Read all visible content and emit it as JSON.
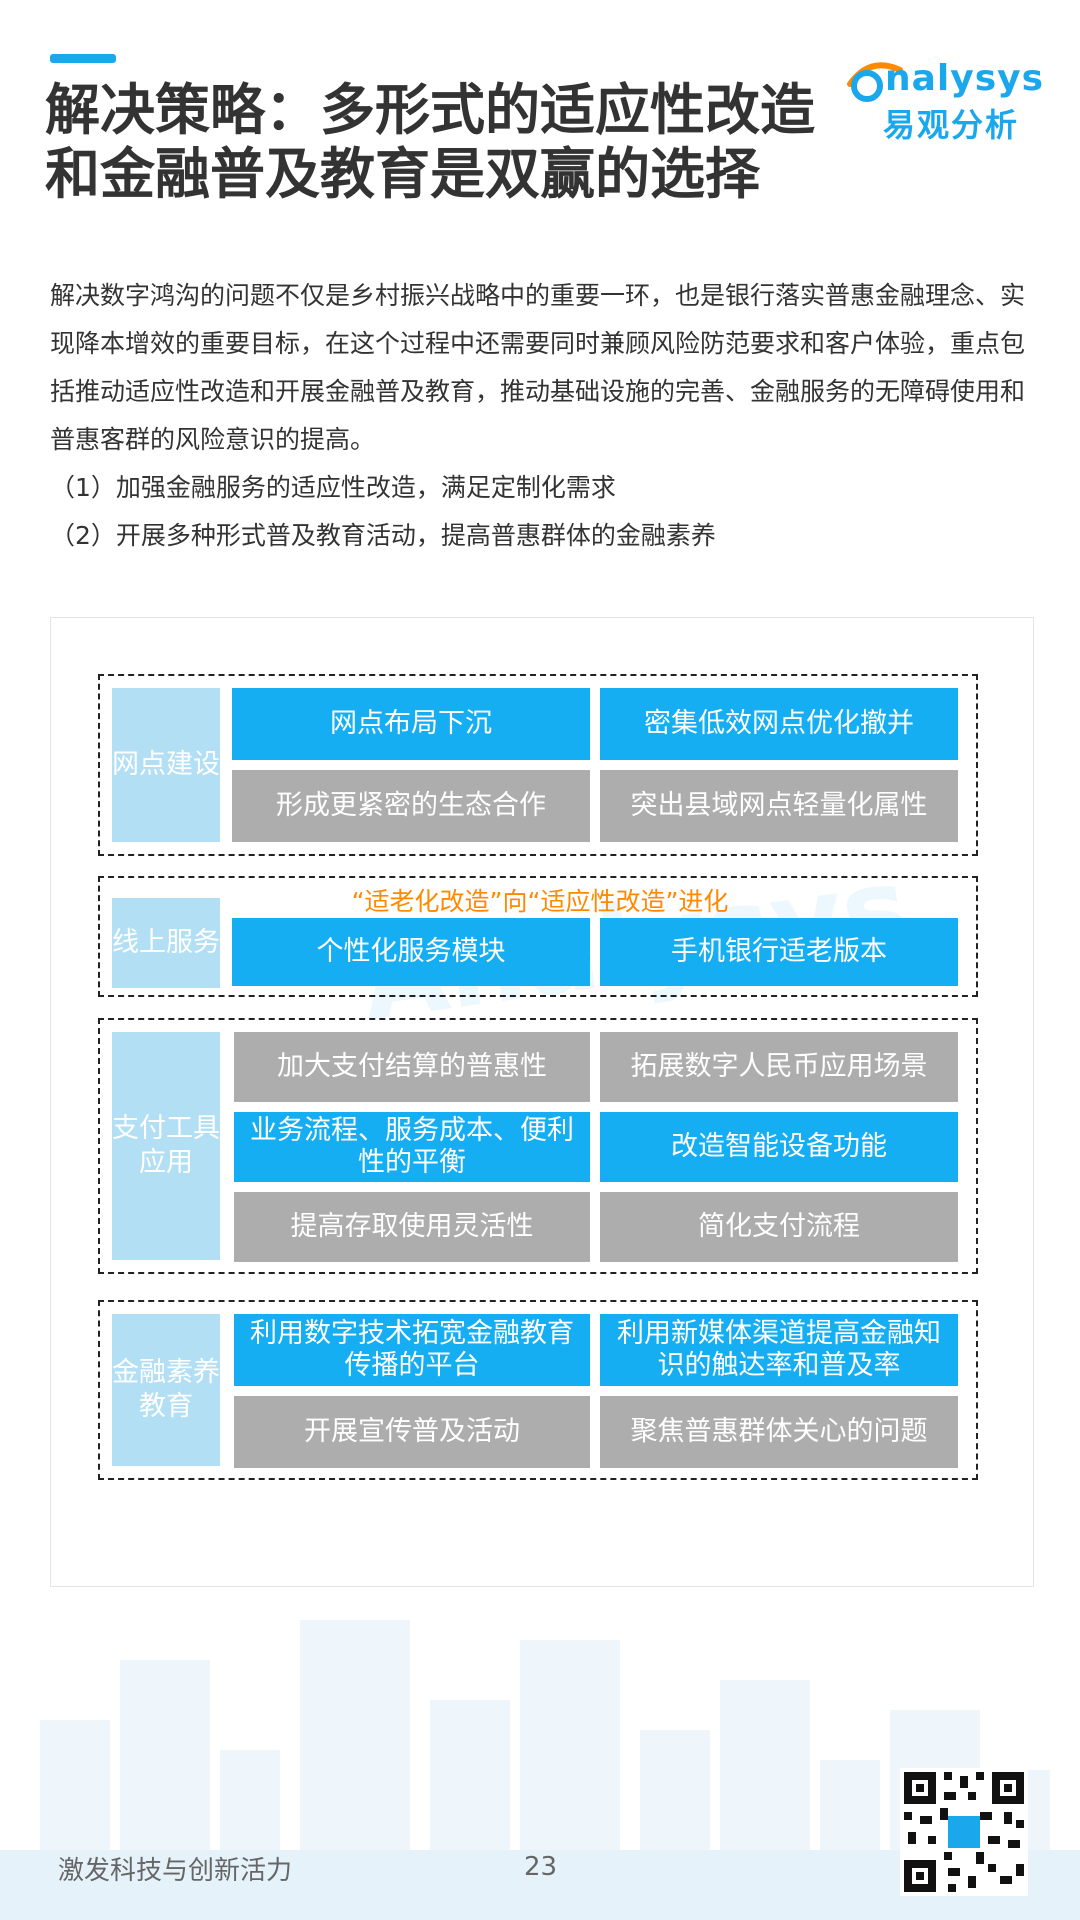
{
  "header": {
    "title_line1": "解决策略：多形式的适应性改造",
    "title_line2": "和金融普及教育是双赢的选择",
    "logo_en": "nalysys",
    "logo_cn": "易观分析"
  },
  "intro": {
    "paragraph": "解决数字鸿沟的问题不仅是乡村振兴战略中的重要一环，也是银行落实普惠金融理念、实现降本增效的重要目标，在这个过程中还需要同时兼顾风险防范要求和客户体验，重点包括推动适应性改造和开展金融普及教育，推动基础设施的完善、金融服务的无障碍使用和普惠客群的风险意识的提高。",
    "point1": "（1）加强金融服务的适应性改造，满足定制化需求",
    "point2": "（2）开展多种形式普及教育活动，提高普惠群体的金融素养"
  },
  "groups": {
    "network": {
      "label": "网点建设",
      "cells": [
        "网点布局下沉",
        "密集低效网点优化撤并",
        "形成更紧密的生态合作",
        "突出县域网点轻量化属性"
      ]
    },
    "online": {
      "label": "线上服务",
      "note": "“适老化改造”向“适应性改造”进化",
      "cells": [
        "个性化服务模块",
        "手机银行适老版本"
      ]
    },
    "payment": {
      "label": "支付工具应用",
      "cells": [
        "加大支付结算的普惠性",
        "拓展数字人民币应用场景",
        "业务流程、服务成本、便利性的平衡",
        "改造智能设备功能",
        "提高存取使用灵活性",
        "简化支付流程"
      ]
    },
    "education": {
      "label": "金融素养教育",
      "cells": [
        "利用数字技术拓宽金融教育传播的平台",
        "利用新媒体渠道提高金融知识的触达率和普及率",
        "开展宣传普及活动",
        "聚焦普惠群体关心的问题"
      ]
    }
  },
  "footer": {
    "tagline": "激发科技与创新活力",
    "page": "23"
  },
  "colors": {
    "accent": "#1aa7ec",
    "cell_blue": "#16aef3",
    "cell_gray": "#adadad",
    "side_label": "#b3dff5",
    "note_orange": "#ff8a00"
  }
}
